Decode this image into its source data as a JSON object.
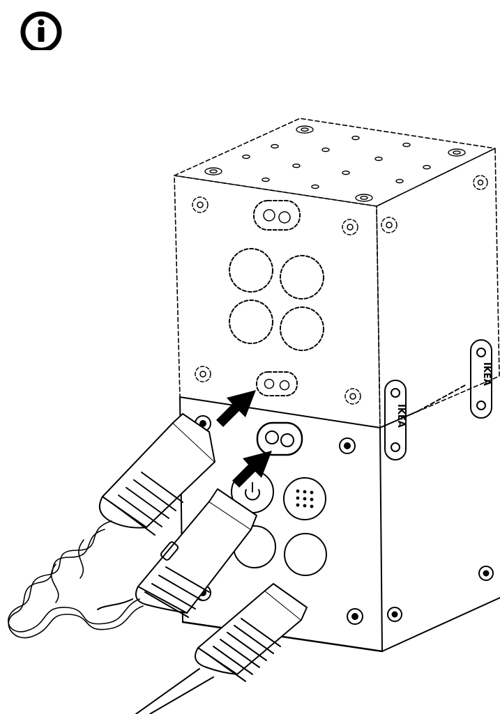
{
  "info_icon": {
    "icon": "info-icon",
    "glyph": "i"
  },
  "brand": {
    "label_upper": "IKEA",
    "label_lower": "IKEA"
  },
  "colors": {
    "ink": "#000000",
    "paper": "#ffffff"
  }
}
